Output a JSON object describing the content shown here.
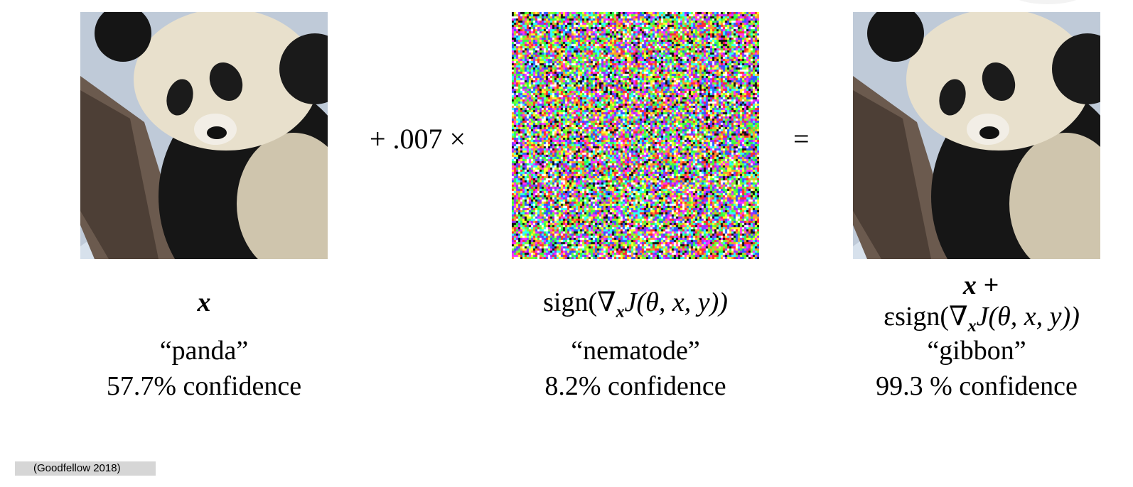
{
  "figure": {
    "operator_plus": "+ .007 ×",
    "operator_equals": "=",
    "panels": [
      {
        "id": "original",
        "math_symbol": "x",
        "label": "“panda”",
        "confidence": "57.7% confidence"
      },
      {
        "id": "perturbation",
        "math_text": "sign(∇",
        "math_sub": "x",
        "math_rest": "J(θ, x, y))",
        "label": "“nematode”",
        "confidence": "8.2% confidence"
      },
      {
        "id": "adversarial",
        "math_line1": "x +",
        "math_line2": "εsign(∇",
        "math_line2_sub": "x",
        "math_line2_rest": "J(θ, x, y))",
        "label": "“gibbon”",
        "confidence": "99.3 % confidence"
      }
    ]
  },
  "citation": "(Goodfellow 2018)",
  "colors": {
    "panda_white": "#e9e2cf",
    "panda_black": "#141414",
    "background_blue": "#bcc9d9",
    "branch_brown": "#6b5a4e",
    "citation_bg": "#d6d6d6"
  }
}
